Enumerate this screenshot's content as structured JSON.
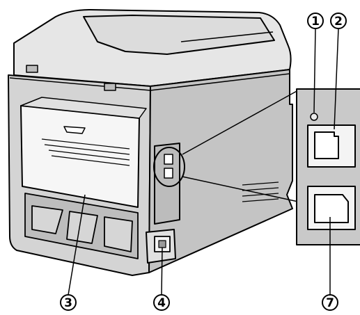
{
  "colors": {
    "body": "#d4d4d4",
    "body_light": "#e6e6e6",
    "body_dark": "#a8a8a8",
    "panel": "#f6f6f6",
    "outline": "#000000",
    "inset": "#c9c9c9"
  },
  "callouts": [
    {
      "id": "1",
      "label": "1"
    },
    {
      "id": "2",
      "label": "2"
    },
    {
      "id": "3",
      "label": "3"
    },
    {
      "id": "4",
      "label": "4"
    },
    {
      "id": "7",
      "label": "7"
    }
  ]
}
